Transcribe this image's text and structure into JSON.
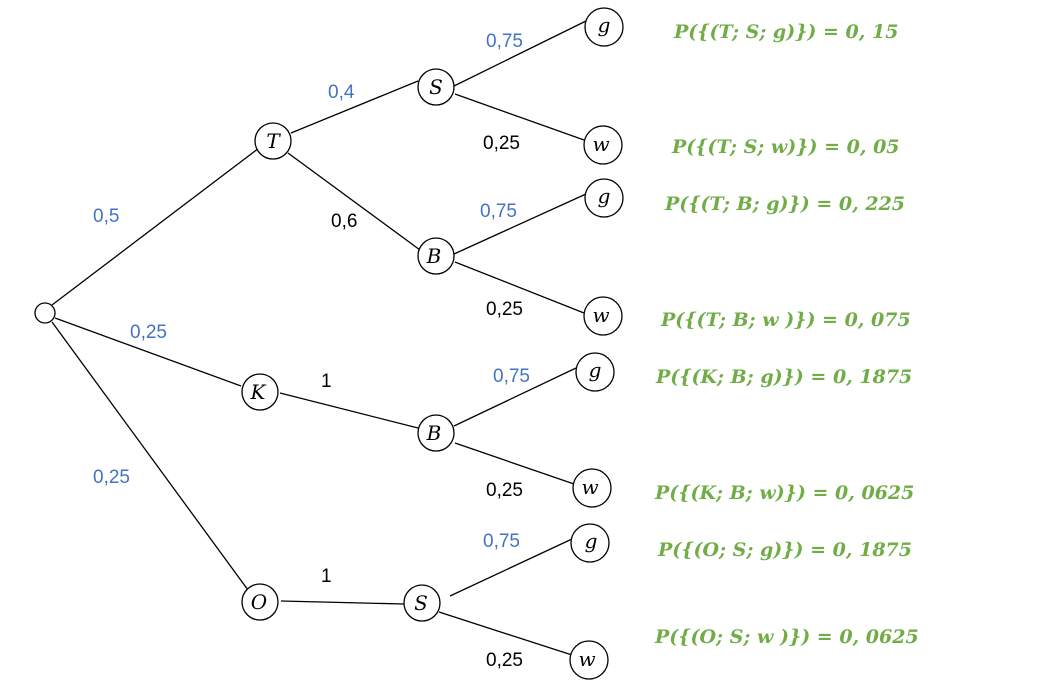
{
  "colors": {
    "blue": "#4472c4",
    "black": "#000000",
    "green": "#70ad47"
  },
  "nodes": {
    "root": "",
    "T": "T",
    "K": "K",
    "O": "O",
    "TS": "S",
    "TB": "B",
    "KB": "B",
    "OS": "S",
    "TSg": "g",
    "TSw": "w",
    "TBg": "g",
    "TBw": "w",
    "KBg": "g",
    "KBw": "w",
    "OSg": "g",
    "OSw": "w"
  },
  "edge_labels": {
    "root_T": "0,5",
    "root_K": "0,25",
    "root_O": "0,25",
    "T_S": "0,4",
    "T_B": "0,6",
    "K_B": "1",
    "O_S": "1",
    "TS_g": "0,75",
    "TS_w": "0,25",
    "TB_g": "0,75",
    "TB_w": "0,25",
    "KB_g": "0,75",
    "KB_w": "0,25",
    "OS_g": "0,75",
    "OS_w": "0,25"
  },
  "results": {
    "TSg": "P({(T; S; g)}) = 0, 15",
    "TSw": "P({(T; S; w)}) = 0, 05",
    "TBg": "P({(T; B; g)}) = 0, 225",
    "TBw": "P({(T; B; w )}) = 0, 075",
    "KBg": "P({(K; B; g)}) = 0, 1875",
    "KBw": "P({(K; B; w)}) = 0, 0625",
    "OSg": "P({(O; S; g)}) = 0, 1875",
    "OSw": "P({(O; S; w )}) = 0, 0625"
  }
}
